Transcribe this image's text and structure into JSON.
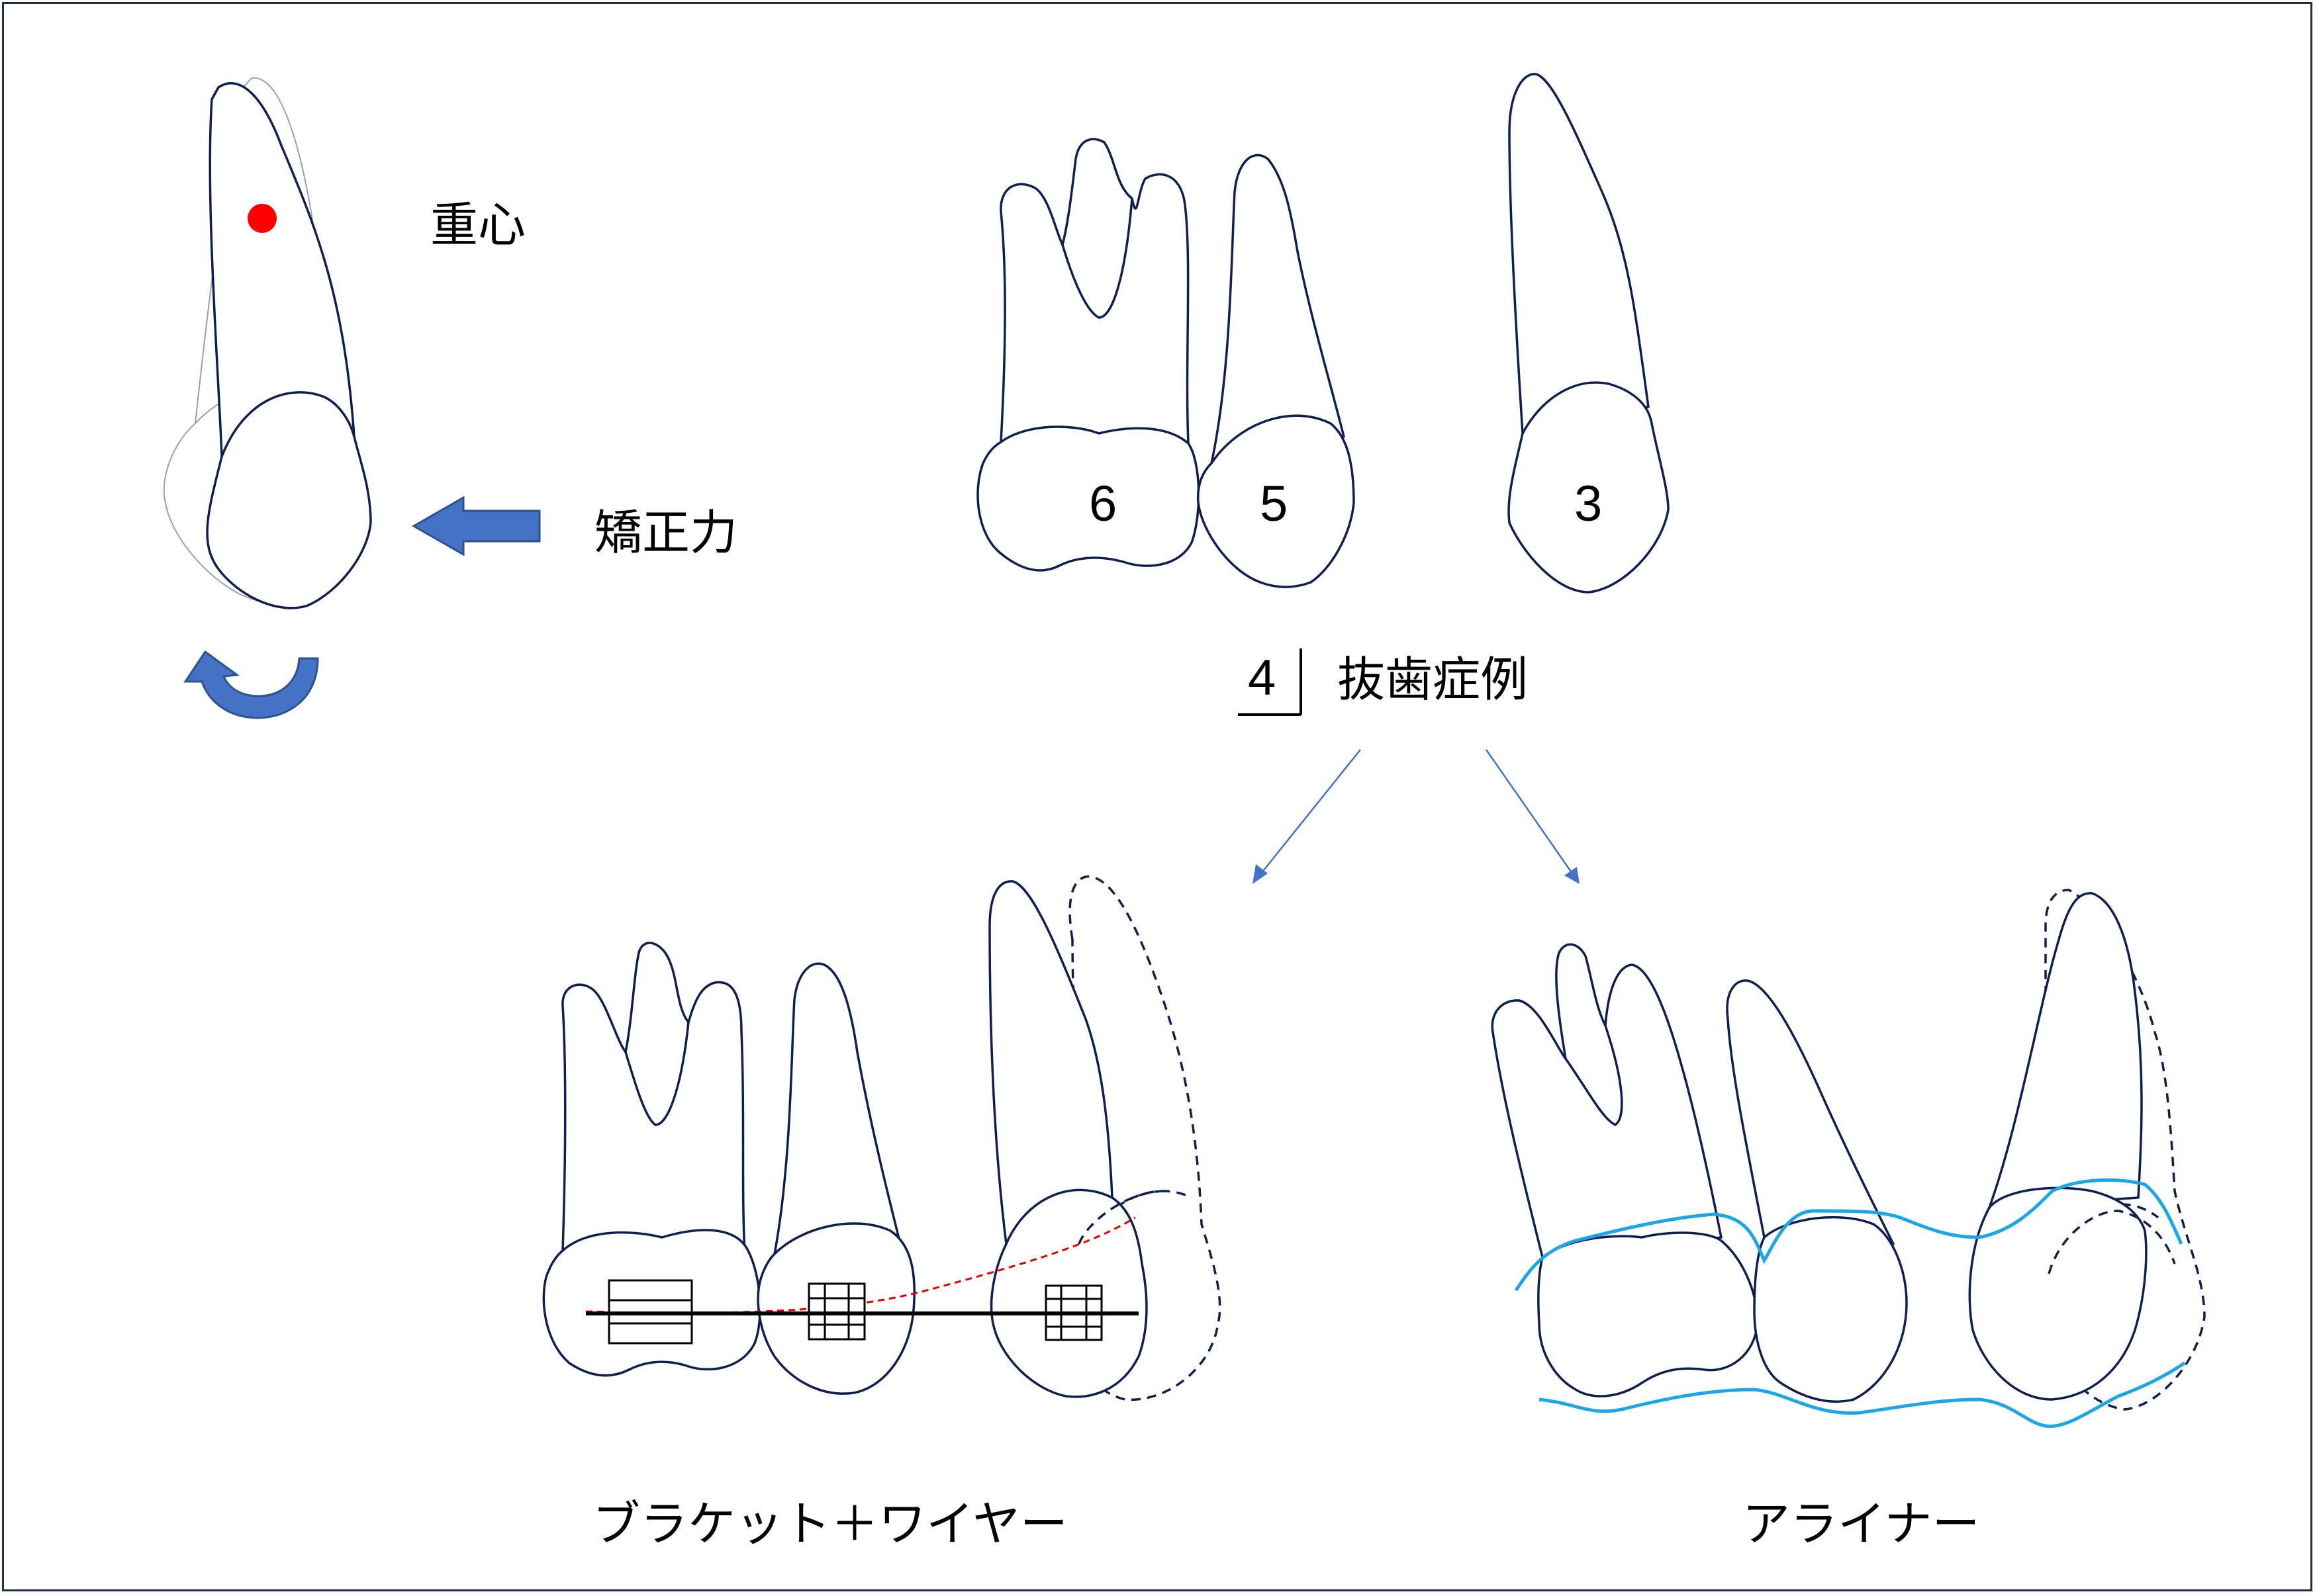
{
  "labels": {
    "center_of_gravity": "重心",
    "orthodontic_force": "矯正力",
    "tooth_6": "6",
    "tooth_5": "5",
    "tooth_3": "3",
    "extraction_tooth_number": "4",
    "extraction_case": "抜歯症例",
    "bracket_wire": "ブラケット＋ワイヤー",
    "aligner": "アライナー"
  },
  "colors": {
    "outline": "#0f1f4f",
    "force_arrow": "#4472c4",
    "center_dot": "#ff0000",
    "aligner_line": "#1ca6e6",
    "wire_path": "#e00000"
  },
  "icons": {
    "force_arrow": "left-arrow-icon",
    "rotation": "rotate-ccw-icon"
  }
}
